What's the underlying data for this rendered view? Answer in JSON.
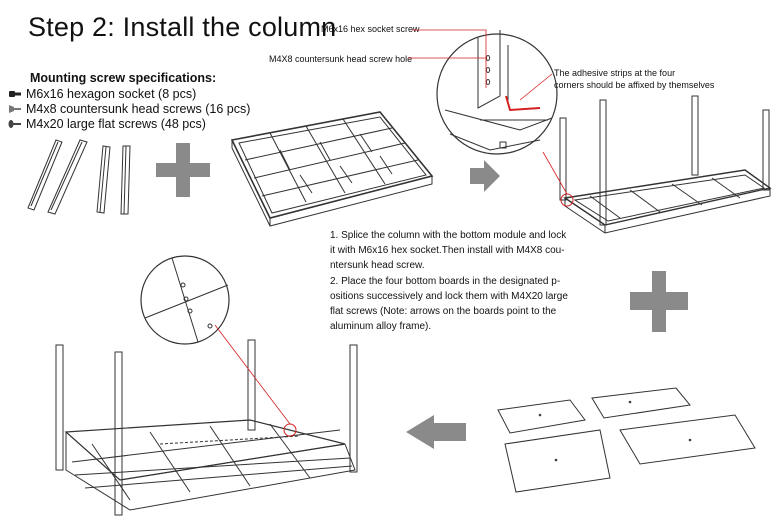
{
  "title": "Step 2: Install the column",
  "specs": {
    "heading": "Mounting screw specifications:",
    "items": [
      {
        "label": "M6x16 hexagon socket (8 pcs)",
        "icon": "hex-socket-screw-icon"
      },
      {
        "label": "M4x8 countersunk head screws (16 pcs)",
        "icon": "countersunk-screw-icon"
      },
      {
        "label": "M4x20 large flat screws (48 pcs)",
        "icon": "flat-screw-icon"
      }
    ]
  },
  "callouts": {
    "hex_socket": "M6x16 hex socket screw",
    "countersunk_hole": "M4X8 countersunk head screw hole",
    "adhesive_line1": "The adhesive strips at the four",
    "adhesive_line2": "corners should be affixed by themselves"
  },
  "instructions": {
    "line1": "1. Splice the column with the bottom module and lock",
    "line2": "it with M6x16 hex socket.Then install with M4X8 cou-",
    "line3": "ntersunk head screw.",
    "line4": "2. Place the four bottom boards in the designated p-",
    "line5": "ositions successively and lock them with M4X20 large",
    "line6": "flat screws (Note: arrows on the boards point to the",
    "line7": "aluminum alloy frame)."
  },
  "colors": {
    "callout_line": "#d42020",
    "plus_arrow": "#8a8a8a",
    "line_art": "#333333"
  }
}
